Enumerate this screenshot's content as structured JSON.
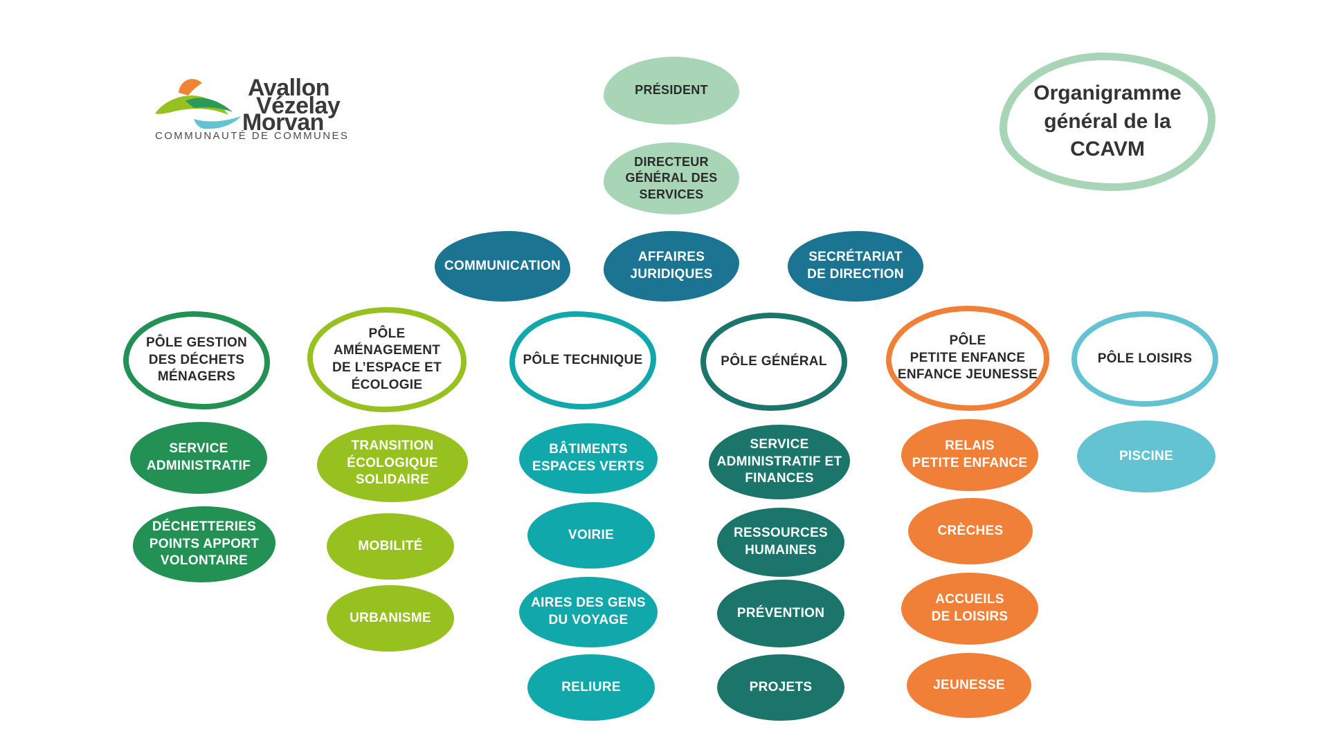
{
  "logo": {
    "line1": "Avallon",
    "line2": "Vézelay",
    "line3": "Morvan",
    "subtitle": "COMMUNAUTÉ DE COMMUNES"
  },
  "title": "Organigramme\ngénéral de la\nCCAVM",
  "colors": {
    "leadership": "#a8d5b6",
    "support": "#1b7592",
    "dechets": "#229153",
    "amenagement": "#96c11f",
    "technique": "#10a8ab",
    "general": "#1c756a",
    "petite_enfance": "#f08038",
    "loisirs": "#64c3d2"
  },
  "president": "PRÉSIDENT",
  "dgs": "DIRECTEUR\nGÉNÉRAL DES\nSERVICES",
  "support_services": [
    "COMMUNICATION",
    "AFFAIRES\nJURIDIQUES",
    "SECRÉTARIAT\nDE DIRECTION"
  ],
  "poles": [
    {
      "name": "PÔLE GESTION\nDES DÉCHETS\nMÉNAGERS",
      "color": "dechets",
      "services": [
        "SERVICE\nADMINISTRATIF",
        "DÉCHETTERIES\nPOINTS APPORT\nVOLONTAIRE"
      ]
    },
    {
      "name": "PÔLE\nAMÉNAGEMENT\nDE L’ESPACE ET\nÉCOLOGIE",
      "color": "amenagement",
      "services": [
        "TRANSITION\nÉCOLOGIQUE\nSOLIDAIRE",
        "MOBILITÉ",
        "URBANISME"
      ]
    },
    {
      "name": "PÔLE TECHNIQUE",
      "color": "technique",
      "services": [
        "BÂTIMENTS\nESPACES VERTS",
        "VOIRIE",
        "AIRES DES GENS\nDU VOYAGE",
        "RELIURE"
      ]
    },
    {
      "name": "PÔLE GÉNÉRAL",
      "color": "general",
      "services": [
        "SERVICE\nADMINISTRATIF ET\nFINANCES",
        "RESSOURCES\nHUMAINES",
        "PRÉVENTION",
        "PROJETS"
      ]
    },
    {
      "name": "PÔLE\nPETITE ENFANCE\nENFANCE JEUNESSE",
      "color": "petite_enfance",
      "services": [
        "RELAIS\nPETITE ENFANCE",
        "CRÈCHES",
        "ACCUEILS\nDE LOISIRS",
        "JEUNESSE"
      ]
    },
    {
      "name": "PÔLE LOISIRS",
      "color": "loisirs",
      "services": [
        "PISCINE"
      ]
    }
  ]
}
